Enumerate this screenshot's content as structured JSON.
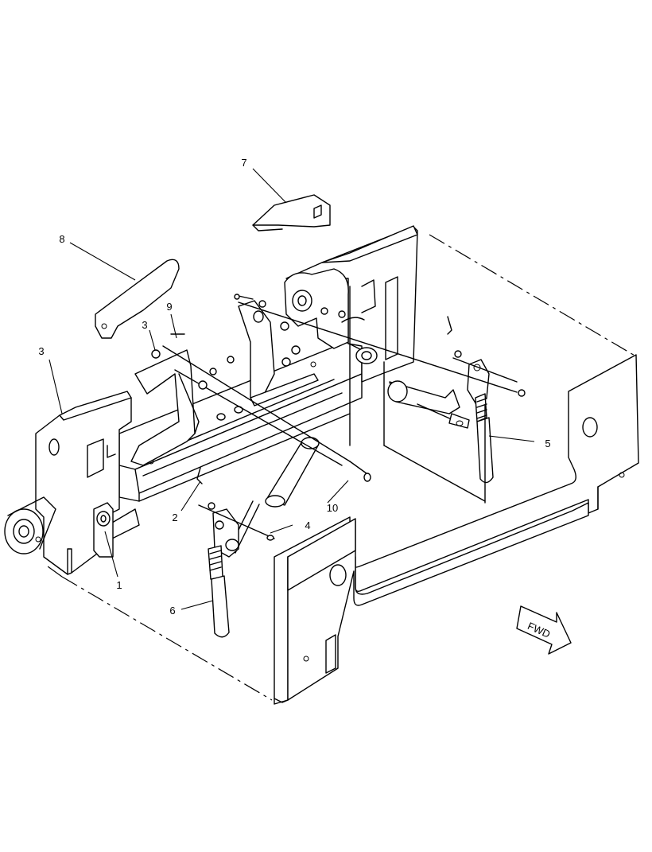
{
  "callouts": {
    "c1": "1",
    "c2": "2",
    "c3a": "3",
    "c3b": "3",
    "c4": "4",
    "c5": "5",
    "c6": "6",
    "c7": "7",
    "c8": "8",
    "c9": "9",
    "c10": "10"
  },
  "direction_arrow": {
    "label": "FWD"
  }
}
